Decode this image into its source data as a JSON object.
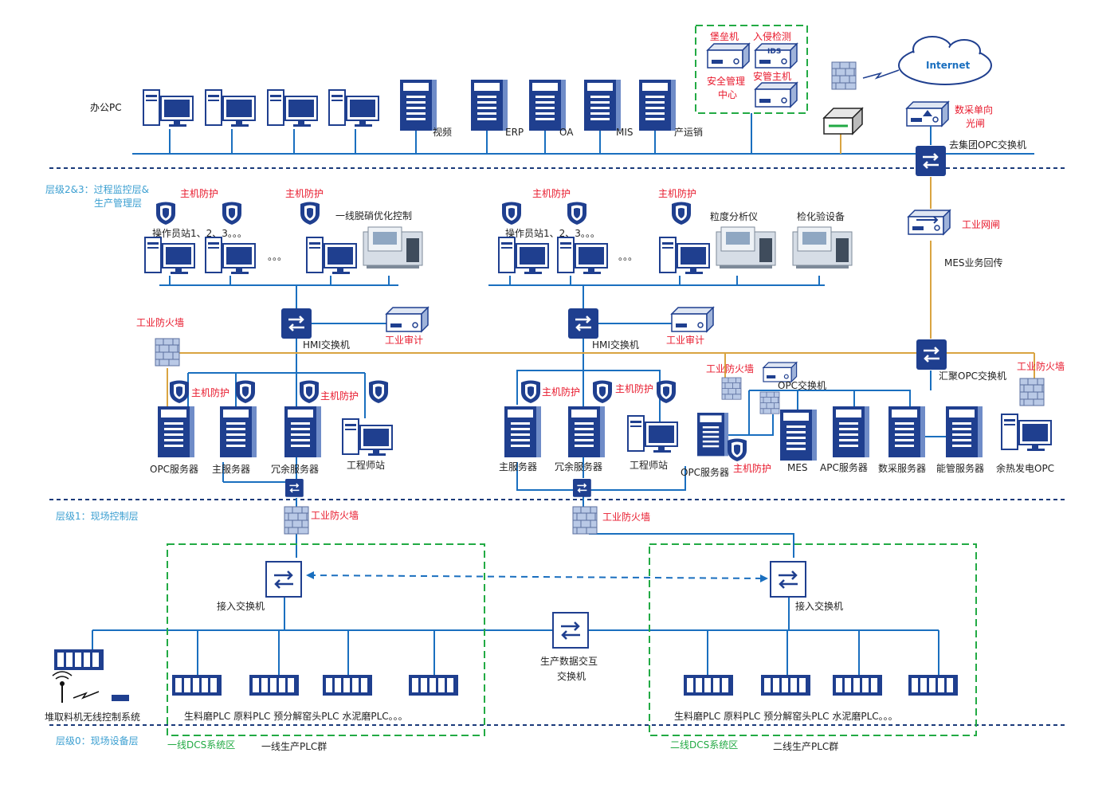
{
  "layers": {
    "level23": "层级2&3：过程监控层&",
    "level23_b": "生产管理层",
    "level1": "层级1：现场控制层",
    "level0": "层级0：现场设备层"
  },
  "office": {
    "pc": "办公PC",
    "servers": [
      "视频",
      "ERP",
      "OA",
      "MIS",
      "产运销"
    ],
    "bastion": "堡垒机",
    "ids_title": "入侵检测",
    "ids_badge": "IDS",
    "sec_center_1": "安全管理",
    "sec_center_2": "中心",
    "sec_host": "安管主机",
    "internet": "Internet",
    "diode_1": "数采单向",
    "diode_2": "光闸",
    "to_group": "去集团OPC交换机",
    "gateway": "工业网闸",
    "mes_return": "MES业务回传"
  },
  "line1": {
    "host_prot": "主机防护",
    "operators": "操作员站1、2、3。。。",
    "dots": "。。。",
    "denitration": "一线脱硝优化控制",
    "hmi_switch": "HMI交换机",
    "audit": "工业审计",
    "firewall": "工业防火墙",
    "opc_server": "OPC服务器",
    "main_server": "主服务器",
    "redundant_server": "冗余服务器",
    "eng_station": "工程师站"
  },
  "line2": {
    "host_prot": "主机防护",
    "operators": "操作员站1、2、3。。。",
    "dots": "。。。",
    "granularity": "粒度分析仪",
    "lab": "检化验设备",
    "hmi_switch": "HMI交换机",
    "audit": "工业审计",
    "main_server": "主服务器",
    "redundant_server": "冗余服务器",
    "eng_station": "工程师站",
    "firewall_small": "工业防火墙",
    "opc_switch": "OPC交换机",
    "opc_server": "OPC服务器",
    "mes": "MES",
    "apc": "APC服务器",
    "data_server": "数采服务器",
    "energy_server": "能管服务器",
    "waste_heat": "余热发电OPC",
    "agg_switch": "汇聚OPC交换机",
    "firewall": "工业防火墙"
  },
  "field": {
    "access_switch": "接入交换机",
    "prod_switch_1": "生产数据交互",
    "prod_switch_2": "交换机",
    "stacker": "堆取料机无线控制系统",
    "plc_labels": "生料磨PLC    原料PLC    预分解窑头PLC  水泥磨PLC。。。",
    "dcs1": "一线DCS系统区",
    "plc_group1": "一线生产PLC群",
    "dcs2": "二线DCS系统区",
    "plc_group2": "二线生产PLC群"
  },
  "colors": {
    "line": "#1a6fbf",
    "device": "#1f3f8f",
    "orange_line": "#d9a441",
    "red": "#e8192c",
    "green": "#22aa44",
    "cyan": "#3b9fd1"
  }
}
